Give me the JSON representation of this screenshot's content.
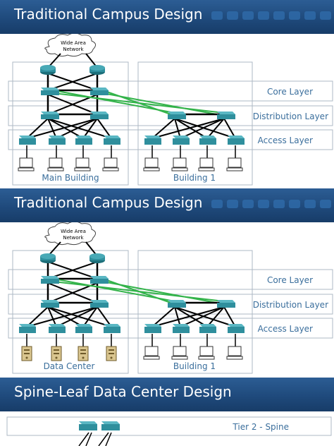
{
  "slides": [
    {
      "title": "Traditional Campus Design",
      "wan_line1": "Wide Area",
      "wan_line2": "Network",
      "layers": {
        "core": "Core Layer",
        "distribution": "Distribution Layer",
        "access": "Access Layer"
      },
      "left_group": "Main Building",
      "right_group": "Building 1",
      "left_endpoint_icon": "workstation-icon",
      "right_endpoint_icon": "workstation-icon"
    },
    {
      "title": "Traditional Campus Design",
      "wan_line1": "Wide Area",
      "wan_line2": "Network",
      "layers": {
        "core": "Core Layer",
        "distribution": "Distribution Layer",
        "access": "Access Layer"
      },
      "left_group": "Data Center",
      "right_group": "Building 1",
      "left_endpoint_icon": "server-icon",
      "right_endpoint_icon": "workstation-icon"
    },
    {
      "title": "Spine-Leaf Data Center Design",
      "tier_label": "Tier 2 - Spine"
    }
  ],
  "colors": {
    "banner": "#1f4a7c",
    "device": "#2f8f9d",
    "uplink": "#33b34a",
    "layer_label": "#3a6e9c"
  }
}
